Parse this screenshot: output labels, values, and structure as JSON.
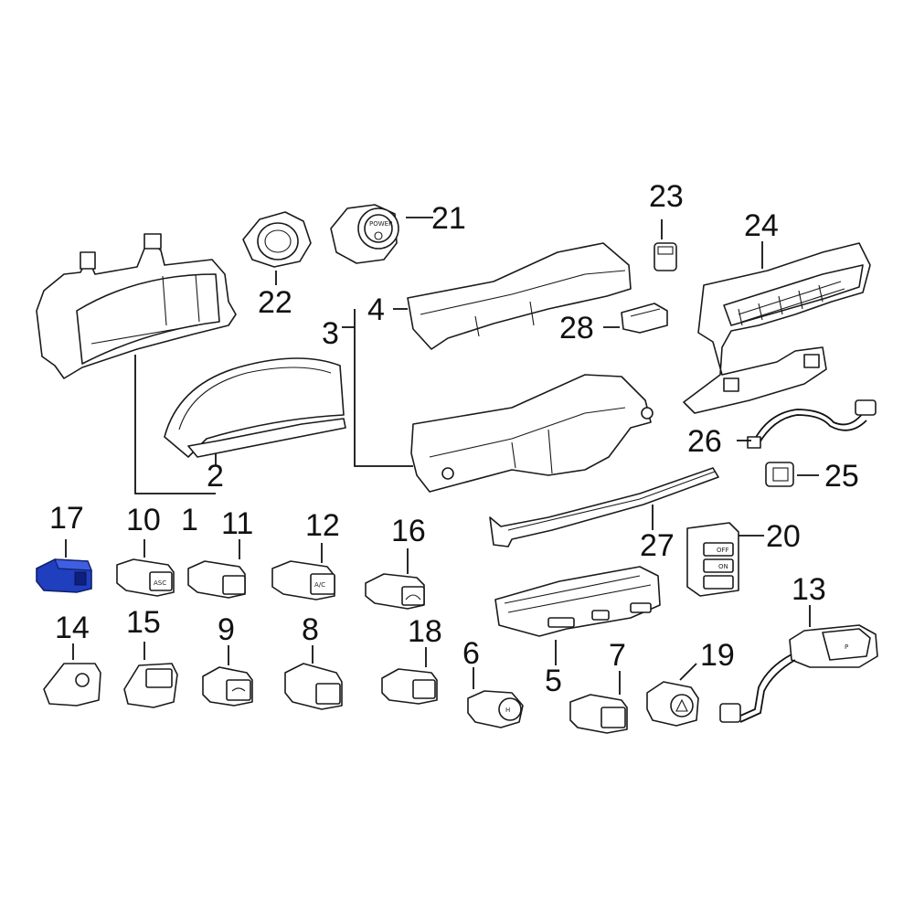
{
  "colors": {
    "highlight": "#1f3fbf",
    "line": "#111111",
    "background": "#ffffff"
  },
  "callouts": [
    {
      "n": "1",
      "part": "instrument-cluster"
    },
    {
      "n": "2",
      "part": "cluster-lens"
    },
    {
      "n": "3",
      "part": "upper-box-assembly"
    },
    {
      "n": "4",
      "part": "upper-box-cover"
    },
    {
      "n": "5",
      "part": "switch-panel"
    },
    {
      "n": "6",
      "part": "hold-switch"
    },
    {
      "n": "7",
      "part": "switch-7"
    },
    {
      "n": "8",
      "part": "ac-switch-8"
    },
    {
      "n": "9",
      "part": "defroster-switch"
    },
    {
      "n": "10",
      "part": "asc-switch"
    },
    {
      "n": "11",
      "part": "switch-11"
    },
    {
      "n": "12",
      "part": "ac-switch-12"
    },
    {
      "n": "13",
      "part": "shift-selector"
    },
    {
      "n": "14",
      "part": "switch-14"
    },
    {
      "n": "15",
      "part": "switch-15"
    },
    {
      "n": "16",
      "part": "trunk-switch"
    },
    {
      "n": "17",
      "part": "highlighted-switch"
    },
    {
      "n": "18",
      "part": "switch-18"
    },
    {
      "n": "19",
      "part": "hazard-switch"
    },
    {
      "n": "20",
      "part": "switch-pack"
    },
    {
      "n": "21",
      "part": "power-switch"
    },
    {
      "n": "22",
      "part": "ignition-bezel"
    },
    {
      "n": "23",
      "part": "small-switch-23"
    },
    {
      "n": "24",
      "part": "climate-control-panel"
    },
    {
      "n": "25",
      "part": "socket-25"
    },
    {
      "n": "26",
      "part": "wire-harness"
    },
    {
      "n": "27",
      "part": "trim-strip"
    },
    {
      "n": "28",
      "part": "connector-28"
    }
  ],
  "button_text": {
    "power": "POWER",
    "asc": "ASC",
    "hold": "H",
    "ac": "A/C",
    "p": "P",
    "off": "OFF",
    "on": "ON"
  }
}
